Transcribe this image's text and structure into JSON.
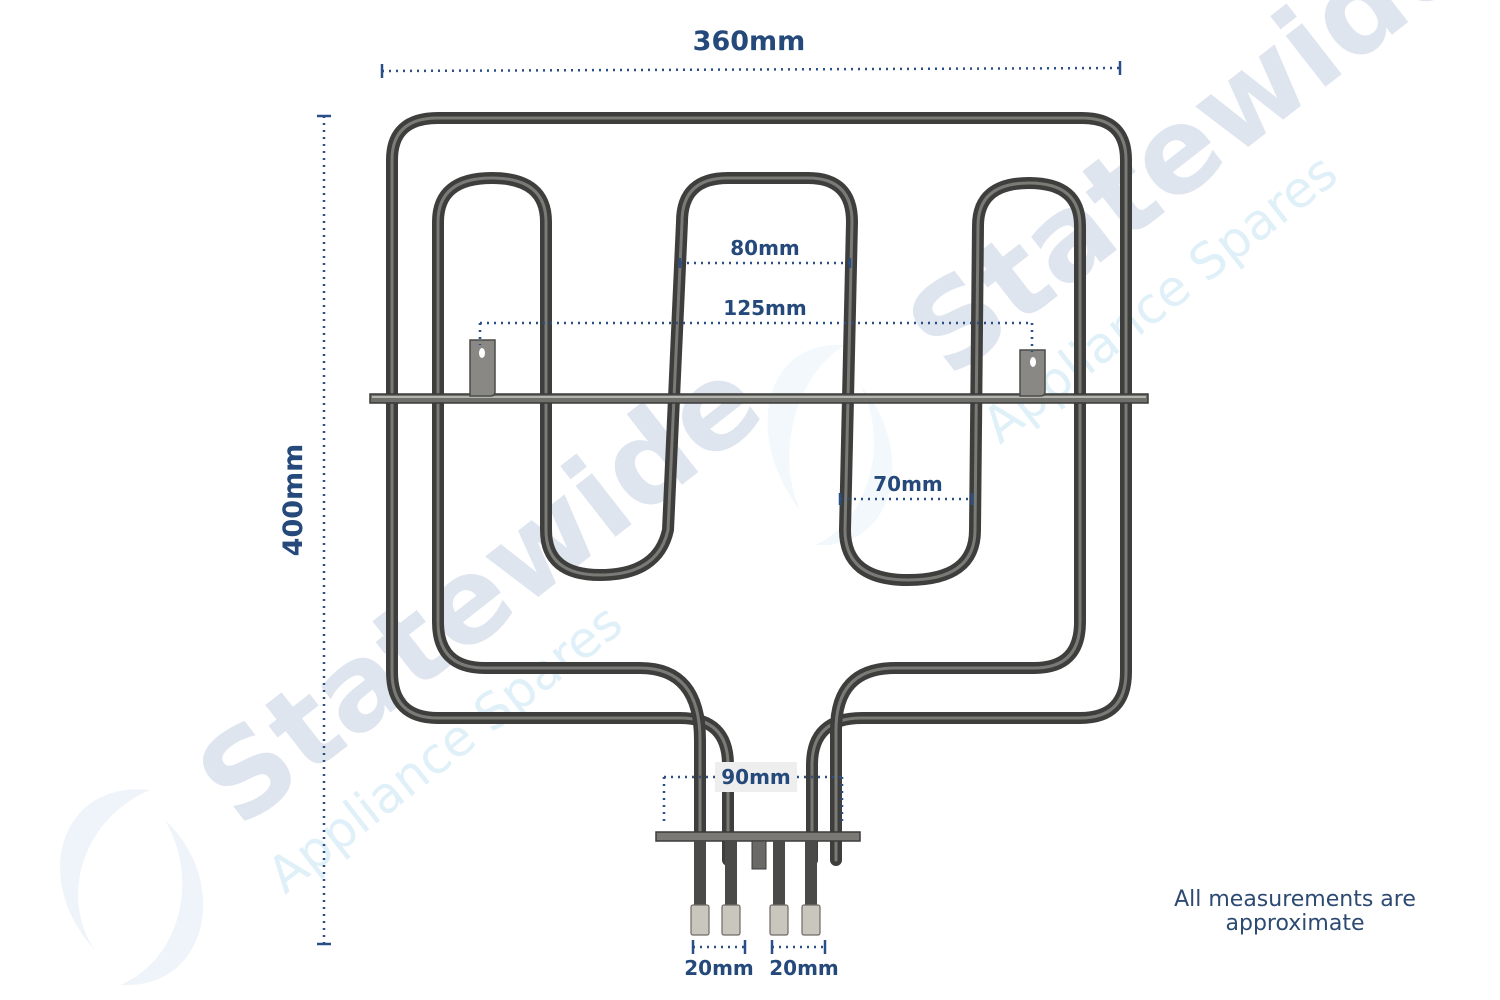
{
  "watermark": {
    "brand": "Statewide",
    "tagline": "Appliance Spares"
  },
  "dimensions": {
    "width": "360mm",
    "height": "400mm",
    "inner_loop": "80mm",
    "bracket_span": "125mm",
    "outer_loop": "70mm",
    "terminal_span": "90mm",
    "terminal_pitch_left": "20mm",
    "terminal_pitch_right": "20mm"
  },
  "note": {
    "line1": "All measurements are",
    "line2": "approximate"
  },
  "colors": {
    "dimension_text": "#24497a",
    "dimension_line": "#2a4f86",
    "element_tube": "#4a4a48",
    "watermark_brand": "#dfe5ef",
    "watermark_tagline": "#dff0f8"
  }
}
